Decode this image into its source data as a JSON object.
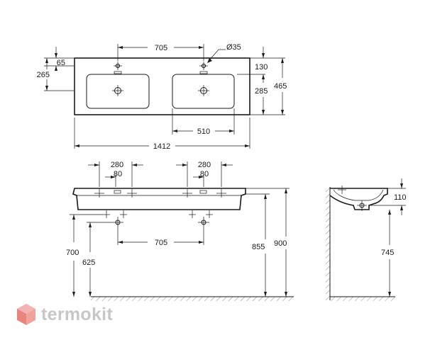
{
  "dimensions": {
    "top_view": {
      "faucet_spacing": "705",
      "hole_diameter": "Ø35",
      "left_65": "65",
      "left_265": "265",
      "right_130": "130",
      "right_285": "285",
      "right_465": "465",
      "bowl_width": "510",
      "total_width": "1412"
    },
    "front_view": {
      "left_280": "280",
      "left_80": "80",
      "right_280": "280",
      "right_80": "80",
      "drain_spacing": "705",
      "height_700": "700",
      "height_625": "625",
      "height_855": "855",
      "height_900": "900"
    },
    "side_view": {
      "depth_110": "110",
      "height_745": "745"
    }
  },
  "watermark": {
    "brand": "termokit"
  }
}
